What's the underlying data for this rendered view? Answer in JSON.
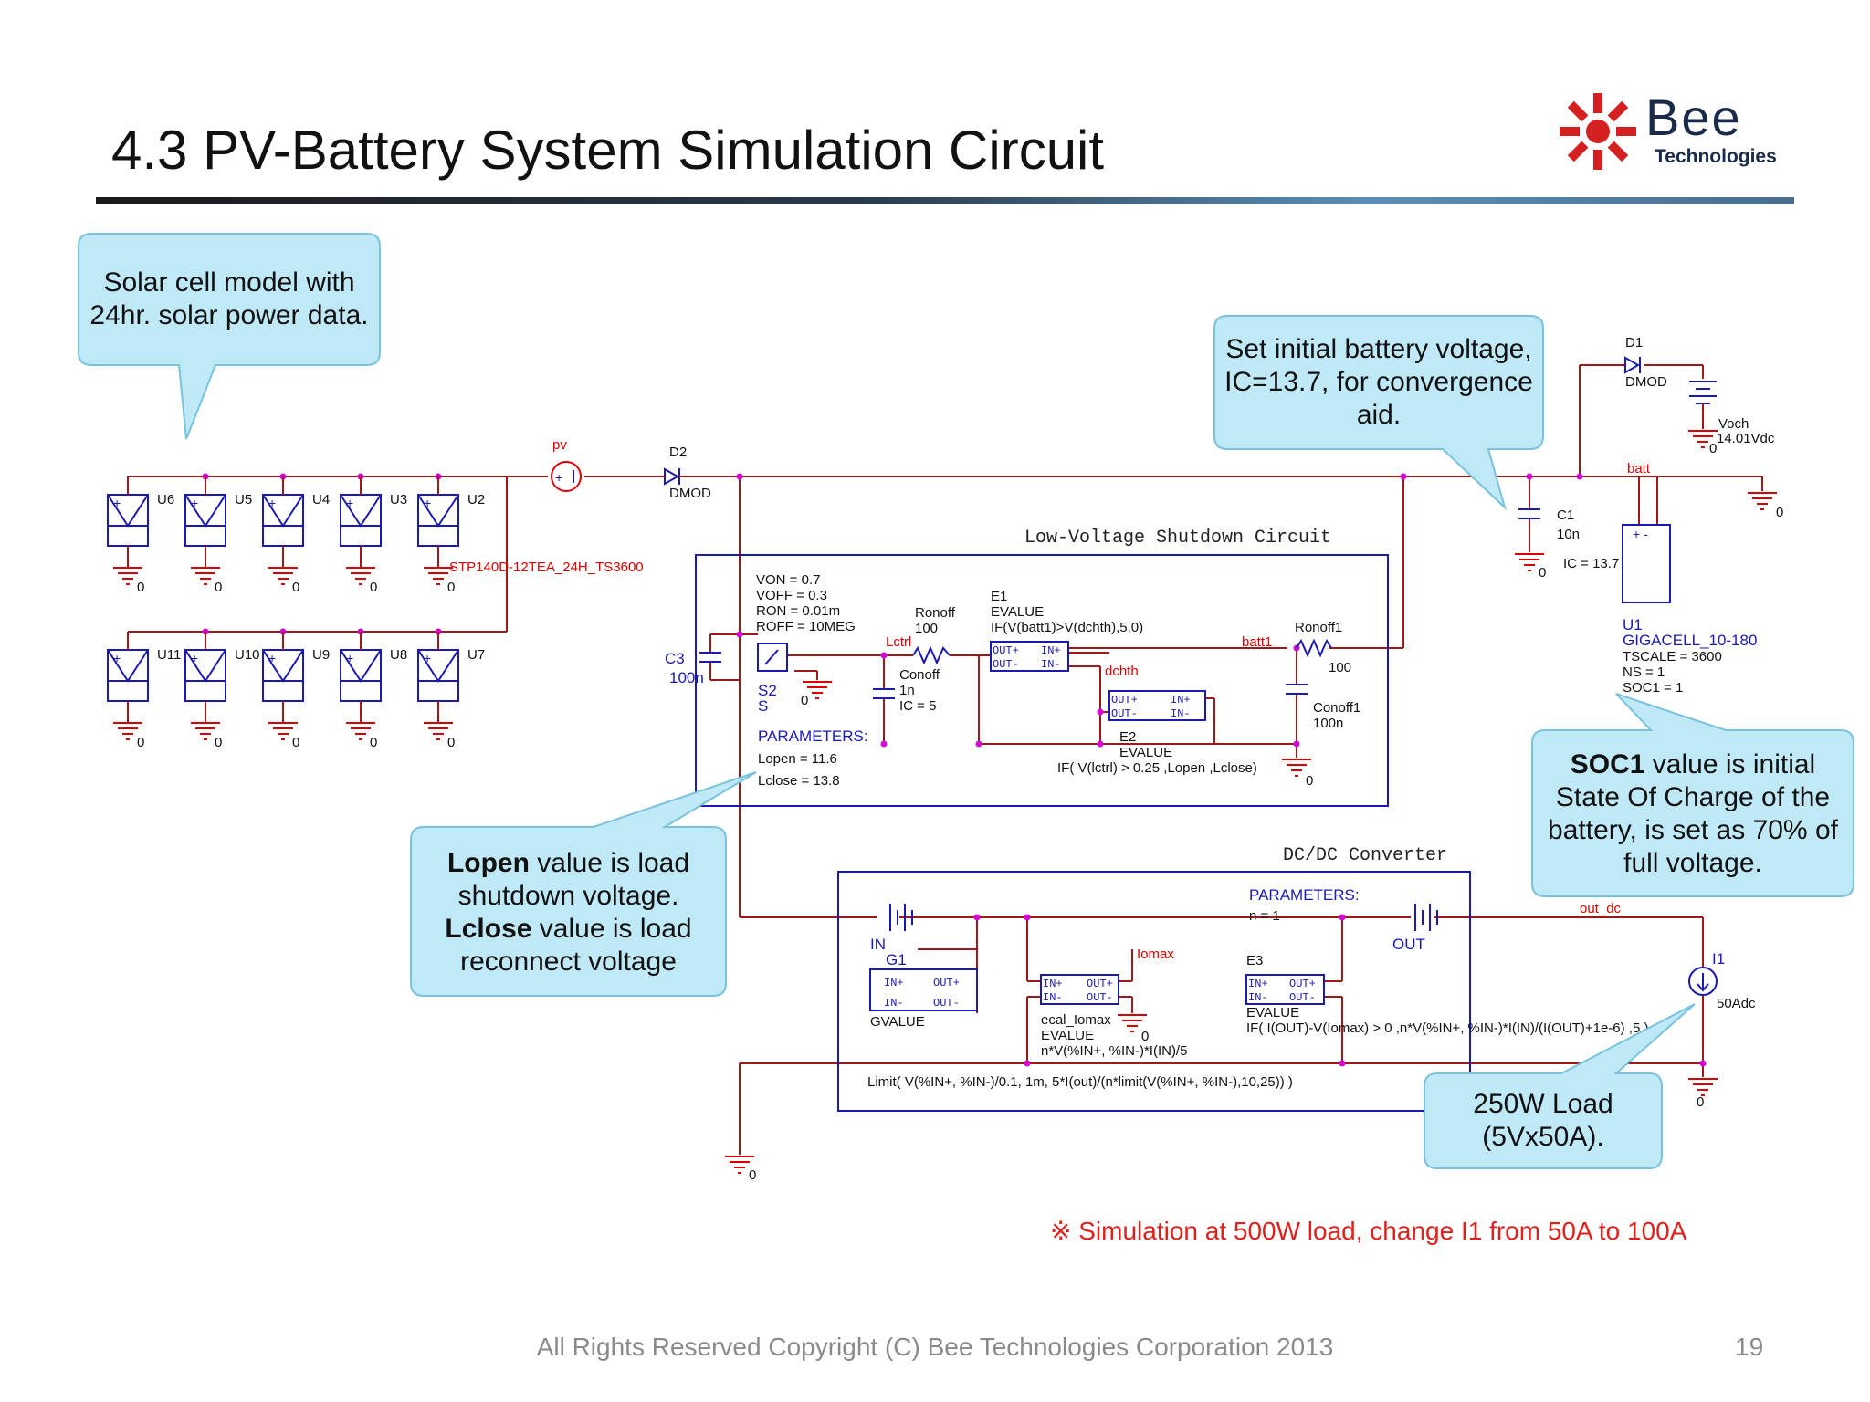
{
  "title": "4.3 PV-Battery System Simulation Circuit",
  "logo": {
    "word": "Bee",
    "sub": "Technologies",
    "color": "#d42020"
  },
  "callouts": {
    "solar": "Solar cell model with 24hr. solar power data.",
    "battery_ic": "Set initial battery voltage, IC=13.7, for convergence aid.",
    "lopen_bold1": "Lopen",
    "lopen_text1": " value is load shutdown voltage.",
    "lopen_bold2": "Lclose",
    "lopen_text2": " value is load reconnect voltage",
    "soc_bold": "SOC1",
    "soc_text": " value is initial State Of Charge of the battery, is set as 70% of full voltage.",
    "load": "250W Load (5Vx50A)."
  },
  "schematic": {
    "panels_top": [
      "U6",
      "U5",
      "U4",
      "U3",
      "U2"
    ],
    "panels_bottom": [
      "U11",
      "U10",
      "U9",
      "U8",
      "U7"
    ],
    "panel_model": "STP140D-12TEA_24H_TS3600",
    "ground_label": "0",
    "pv_label": "pv",
    "d2": {
      "name": "D2",
      "model": "DMOD"
    },
    "d1": {
      "name": "D1",
      "model": "DMOD"
    },
    "voch": {
      "name": "Voch",
      "value": "14.01Vdc"
    },
    "batt_net": "batt",
    "c1": {
      "name": "C1",
      "value": "10n",
      "ic": "IC = 13.7"
    },
    "u1": {
      "name": "U1",
      "model": "GIGACELL_10-180",
      "tscale": "TSCALE = 3600",
      "ns": "NS = 1",
      "soc1": "SOC1 = 1"
    },
    "lvsd_title": "Low-Voltage Shutdown Circuit",
    "switch_params": [
      "VON = 0.7",
      "VOFF = 0.3",
      "RON = 0.01m",
      "ROFF = 10MEG"
    ],
    "c3": {
      "name": "C3",
      "value": "100n"
    },
    "s2": {
      "name": "S2",
      "type": "S"
    },
    "lctrl": "Lctrl",
    "ronoff": {
      "name": "Ronoff",
      "value": "100"
    },
    "conoff": {
      "name": "Conoff",
      "value": "1n",
      "ic": "IC = 5"
    },
    "e1": {
      "name": "E1",
      "type": "EVALUE",
      "expr": "IF(V(batt1)>V(dchth),5,0)"
    },
    "dchth": "dchth",
    "batt1": "batt1",
    "ronoff1": {
      "name": "Ronoff1",
      "value": "100"
    },
    "conoff1": {
      "name": "Conoff1",
      "value": "100n"
    },
    "e2": {
      "name": "E2",
      "type": "EVALUE",
      "expr": "IF( V(lctrl) > 0.25 ,Lopen ,Lclose)"
    },
    "params_header": "PARAMETERS:",
    "lopen": "Lopen = 11.6",
    "lclose": "Lclose = 13.8",
    "dcdc_title": "DC/DC Converter",
    "dcdc_params": "PARAMETERS:",
    "n_param": "n = 1",
    "in_label": "IN",
    "out_label": "OUT",
    "g1": {
      "name": "G1",
      "type": "GVALUE"
    },
    "iomax": "Iomax",
    "ecal": {
      "name": "ecal_Iomax",
      "type": "EVALUE",
      "expr": "n*V(%IN+, %IN-)*I(IN)/5"
    },
    "e3": {
      "name": "E3",
      "type": "EVALUE",
      "expr": "IF( I(OUT)-V(Iomax) > 0 ,n*V(%IN+, %IN-)*I(IN)/(I(OUT)+1e-6) ,5 )"
    },
    "limit_expr": "Limit( V(%IN+, %IN-)/0.1, 1m, 5*I(out)/(n*limit(V(%IN+, %IN-),10,25)) )",
    "out_dc": "out_dc",
    "i1": {
      "name": "I1",
      "value": "50Adc"
    },
    "pins": {
      "out_p": "OUT+",
      "out_n": "OUT-",
      "in_p": "IN+",
      "in_n": "IN-"
    }
  },
  "sim_note": "※ Simulation at 500W load, change I1 from 50A to 100A",
  "footer": "All Rights Reserved Copyright (C) Bee Technologies Corporation 2013",
  "page_number": "19"
}
